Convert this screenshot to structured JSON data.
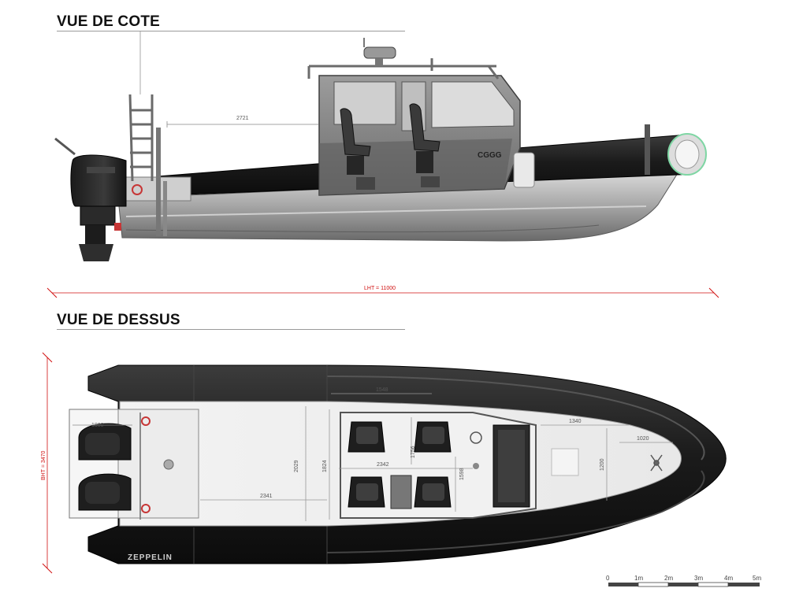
{
  "views": {
    "side_title": "VUE DE COTE",
    "top_title": "VUE DE DESSUS"
  },
  "dimensions": {
    "side_cabin": "2721",
    "length_overall": "LHT = 11000",
    "beam_overall": "BHT = 3470",
    "engine_width": "1000",
    "cockpit_length": "2341",
    "cockpit_width": "2029",
    "seat_zone_width": "1824",
    "console_length": "2342",
    "console_width_a": "1756",
    "console_width_b": "1598",
    "cabin_top_length": "1548",
    "fore_deck_length": "1340",
    "bow_length": "1020",
    "bow_width": "1200"
  },
  "branding": {
    "tube_logo": "ZEPPELIN",
    "cabin_marking": "CGGG"
  },
  "scale_bar": {
    "ticks": [
      "0",
      "1m",
      "2m",
      "3m",
      "4m",
      "5m"
    ]
  },
  "colors": {
    "tube": "#1e1e1e",
    "hull": "#9a9a9a",
    "cabin": "#7a7a7a",
    "dimension_red": "#d01010",
    "bumper_green": "#7fd6a4"
  }
}
